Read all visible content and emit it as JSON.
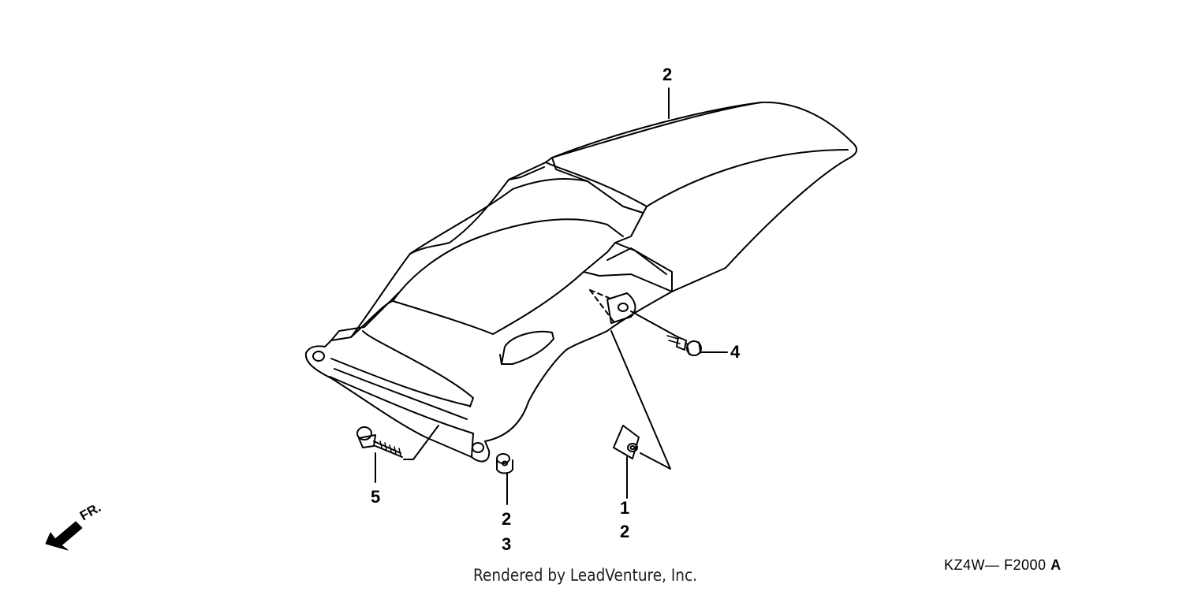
{
  "callouts": {
    "top_fender": "2",
    "bolt_right": "4",
    "bolt_left": "5",
    "collar_upper": "2",
    "collar_lower": "3",
    "nut_upper": "1",
    "nut_lower": "2"
  },
  "direction_label": "FR.",
  "footer_credit": "Rendered by LeadVenture, Inc.",
  "diagram_code": "KZ4W— F2000",
  "diagram_code_suffix": "A"
}
